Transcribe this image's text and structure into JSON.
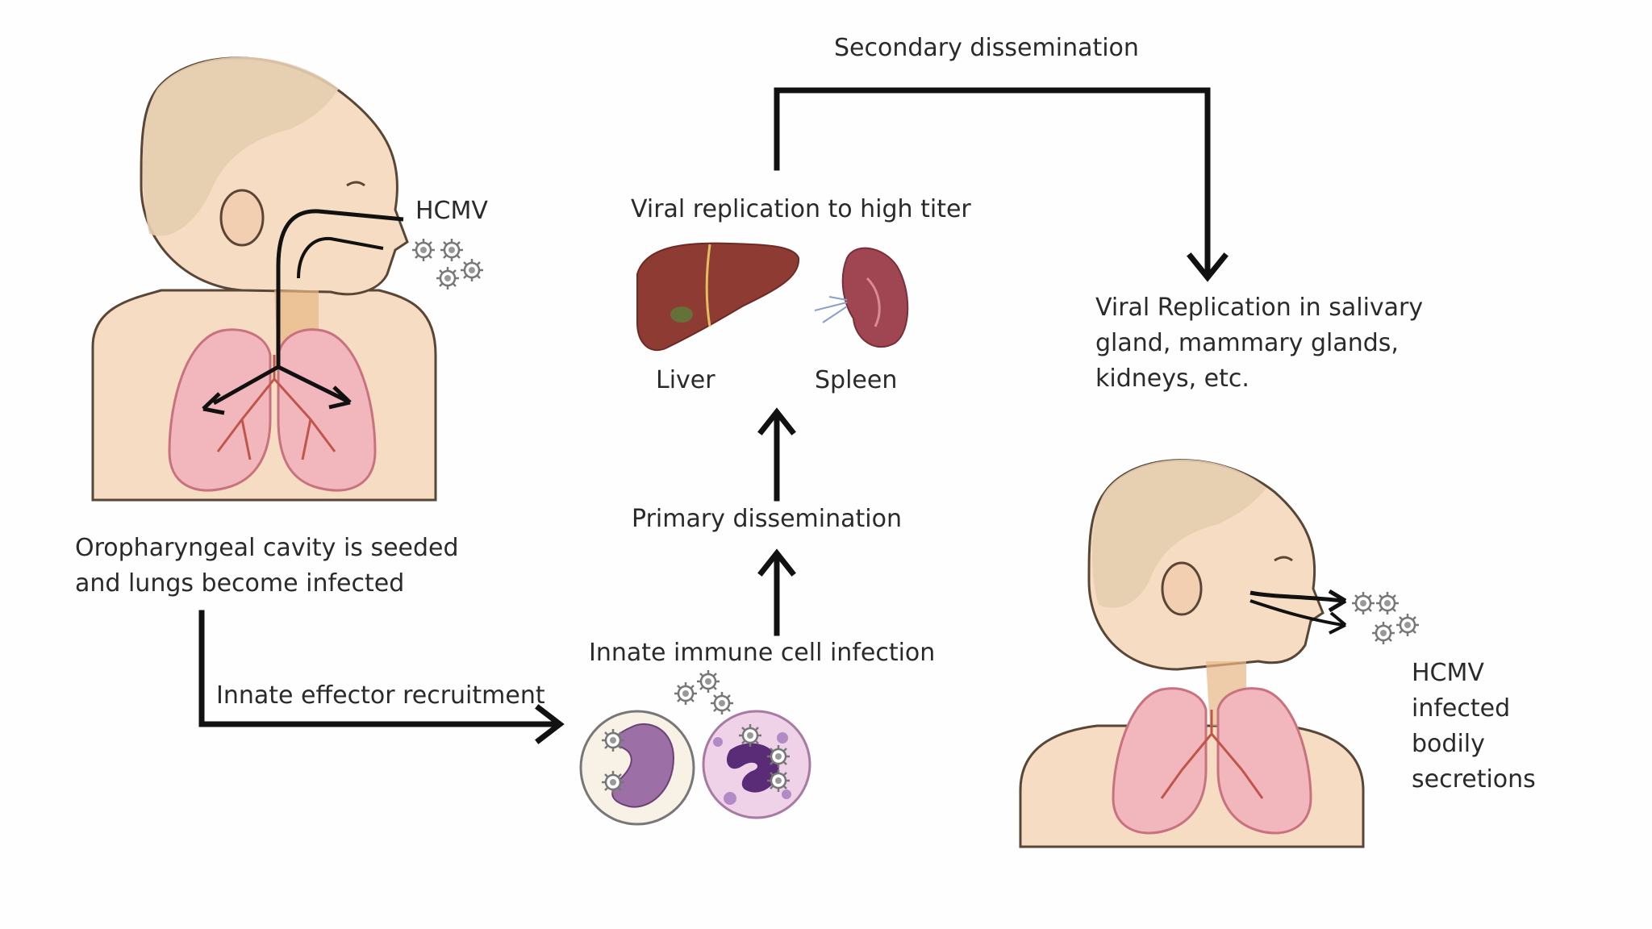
{
  "labels": {
    "hcmv_top": "HCMV",
    "seeded_line1": "Oropharyngeal cavity is seeded",
    "seeded_line2": "and lungs become infected",
    "effector": "Innate effector recruitment",
    "immune_infection": "Innate immune cell infection",
    "primary": "Primary dissemination",
    "viral_high_titer": "Viral replication to high titer",
    "liver": "Liver",
    "spleen": "Spleen",
    "secondary": "Secondary dissemination",
    "salivary_line1": "Viral Replication in salivary",
    "salivary_line2": "gland, mammary glands,",
    "salivary_line3": "kidneys, etc.",
    "secretions_line1": "HCMV",
    "secretions_line2": "infected",
    "secretions_line3": "bodily",
    "secretions_line4": "secretions"
  },
  "colors": {
    "skin": "#f6dcc2",
    "skin_outline": "#5a4636",
    "hair": "#e6cdb0",
    "lung": "#f2b6bd",
    "lung_outline": "#c9727f",
    "airway": "#e8b784",
    "arrow": "#111111",
    "liver": "#8e3b33",
    "spleen": "#a04652",
    "cell_purple": "#9c6fa7",
    "virus": "#8a8a8a"
  }
}
